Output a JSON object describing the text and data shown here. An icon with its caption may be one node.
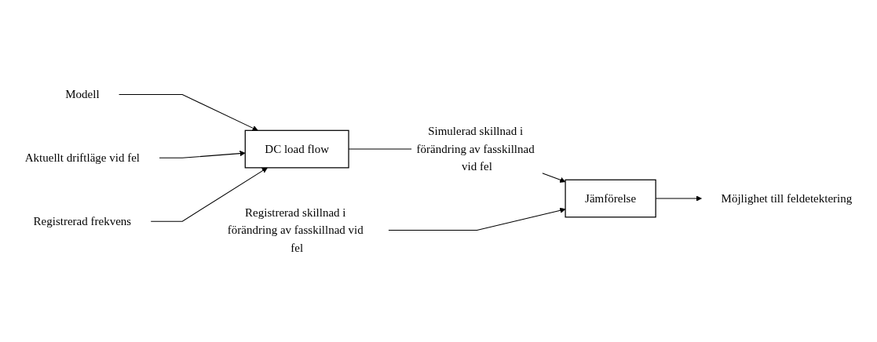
{
  "diagram": {
    "nodes": [
      {
        "text": [
          "Modell"
        ]
      },
      {
        "text": [
          "Aktuellt driftläge vid fel"
        ]
      },
      {
        "text": [
          "DC load flow"
        ]
      },
      {
        "text": [
          "Registrerad frekvens"
        ]
      },
      {
        "text": [
          "Jämförelse"
        ]
      },
      {
        "text": [
          "Möjlighet till feldetektering"
        ]
      },
      {
        "text": [
          "Registrerad skillnad i förändring av fasskillnad vid fel"
        ]
      }
    ],
    "edges": [
      {
        "from": 0,
        "to": 2,
        "arrow": "to"
      },
      {
        "from": 1,
        "to": 2,
        "arrow": "to"
      },
      {
        "from": 3,
        "to": 2,
        "arrow": "to"
      },
      {
        "from": 2,
        "to": 4,
        "arrow": "to",
        "label": "Simulerad skillnad i förändring av fasskillnad vid fel"
      },
      {
        "from": 4,
        "to": 5,
        "arrow": "to"
      },
      {
        "from": 6,
        "to": 4,
        "arrow": "to"
      }
    ]
  }
}
